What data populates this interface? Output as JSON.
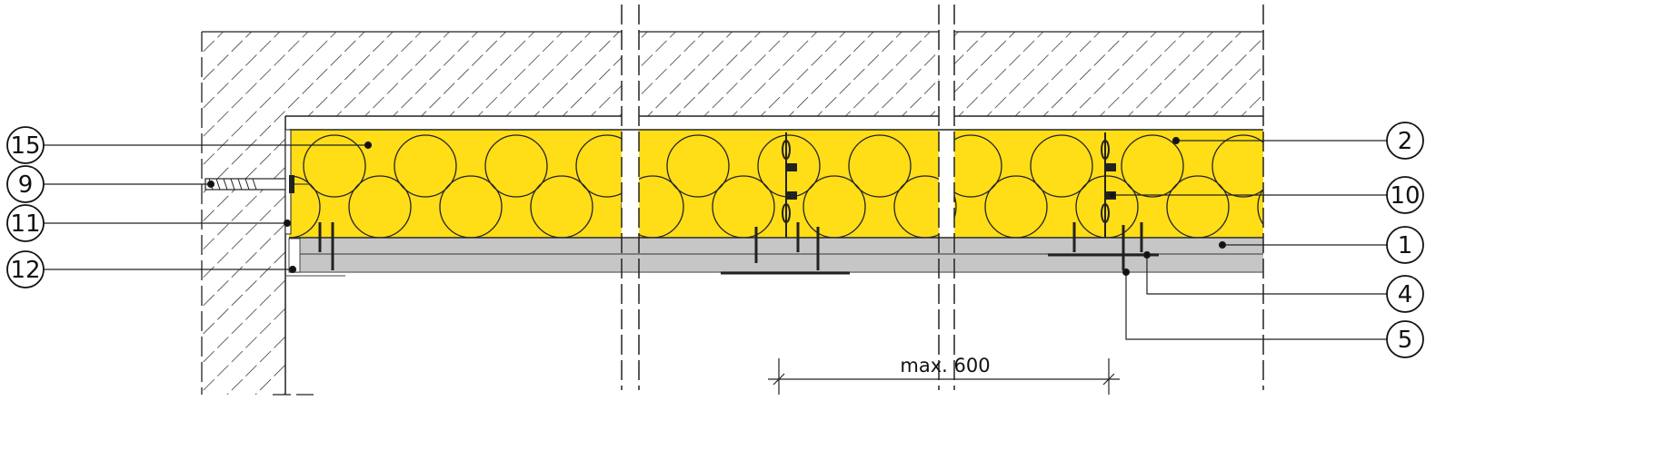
{
  "title": "Ceiling insulation section detail",
  "colors": {
    "insulation": "#FFDD17",
    "board": "#C6C6C6",
    "line": "#1a1a1a"
  },
  "callouts_left": [
    {
      "label": "15"
    },
    {
      "label": "9"
    },
    {
      "label": "11"
    },
    {
      "label": "12"
    }
  ],
  "callouts_right": [
    {
      "label": "2"
    },
    {
      "label": "10"
    },
    {
      "label": "1"
    },
    {
      "label": "4"
    },
    {
      "label": "5"
    }
  ],
  "dimension": {
    "text": "max. 600"
  }
}
